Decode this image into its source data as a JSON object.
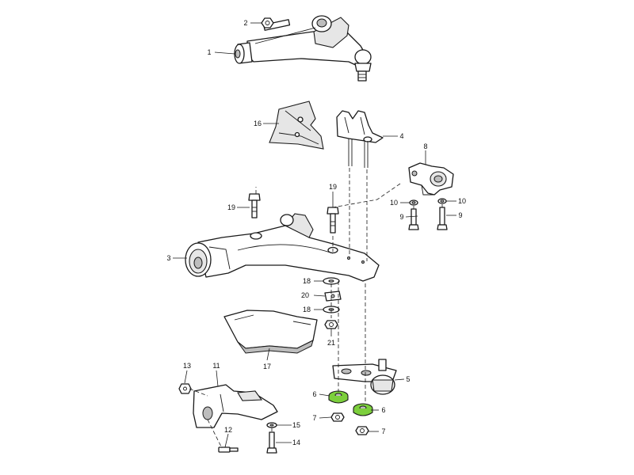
{
  "diagram": {
    "highlight_color": "#7ccf3c",
    "callouts": {
      "c1": "1",
      "c2": "2",
      "c3": "3",
      "c4": "4",
      "c5": "5",
      "c6a": "6",
      "c6b": "6",
      "c7a": "7",
      "c7b": "7",
      "c8": "8",
      "c9a": "9",
      "c9b": "9",
      "c10a": "10",
      "c10b": "10",
      "c11": "11",
      "c12": "12",
      "c13": "13",
      "c14": "14",
      "c15": "15",
      "c16": "16",
      "c17": "17",
      "c18a": "18",
      "c18b": "18",
      "c19a": "19",
      "c19b": "19",
      "c20": "20",
      "c21": "21"
    }
  }
}
